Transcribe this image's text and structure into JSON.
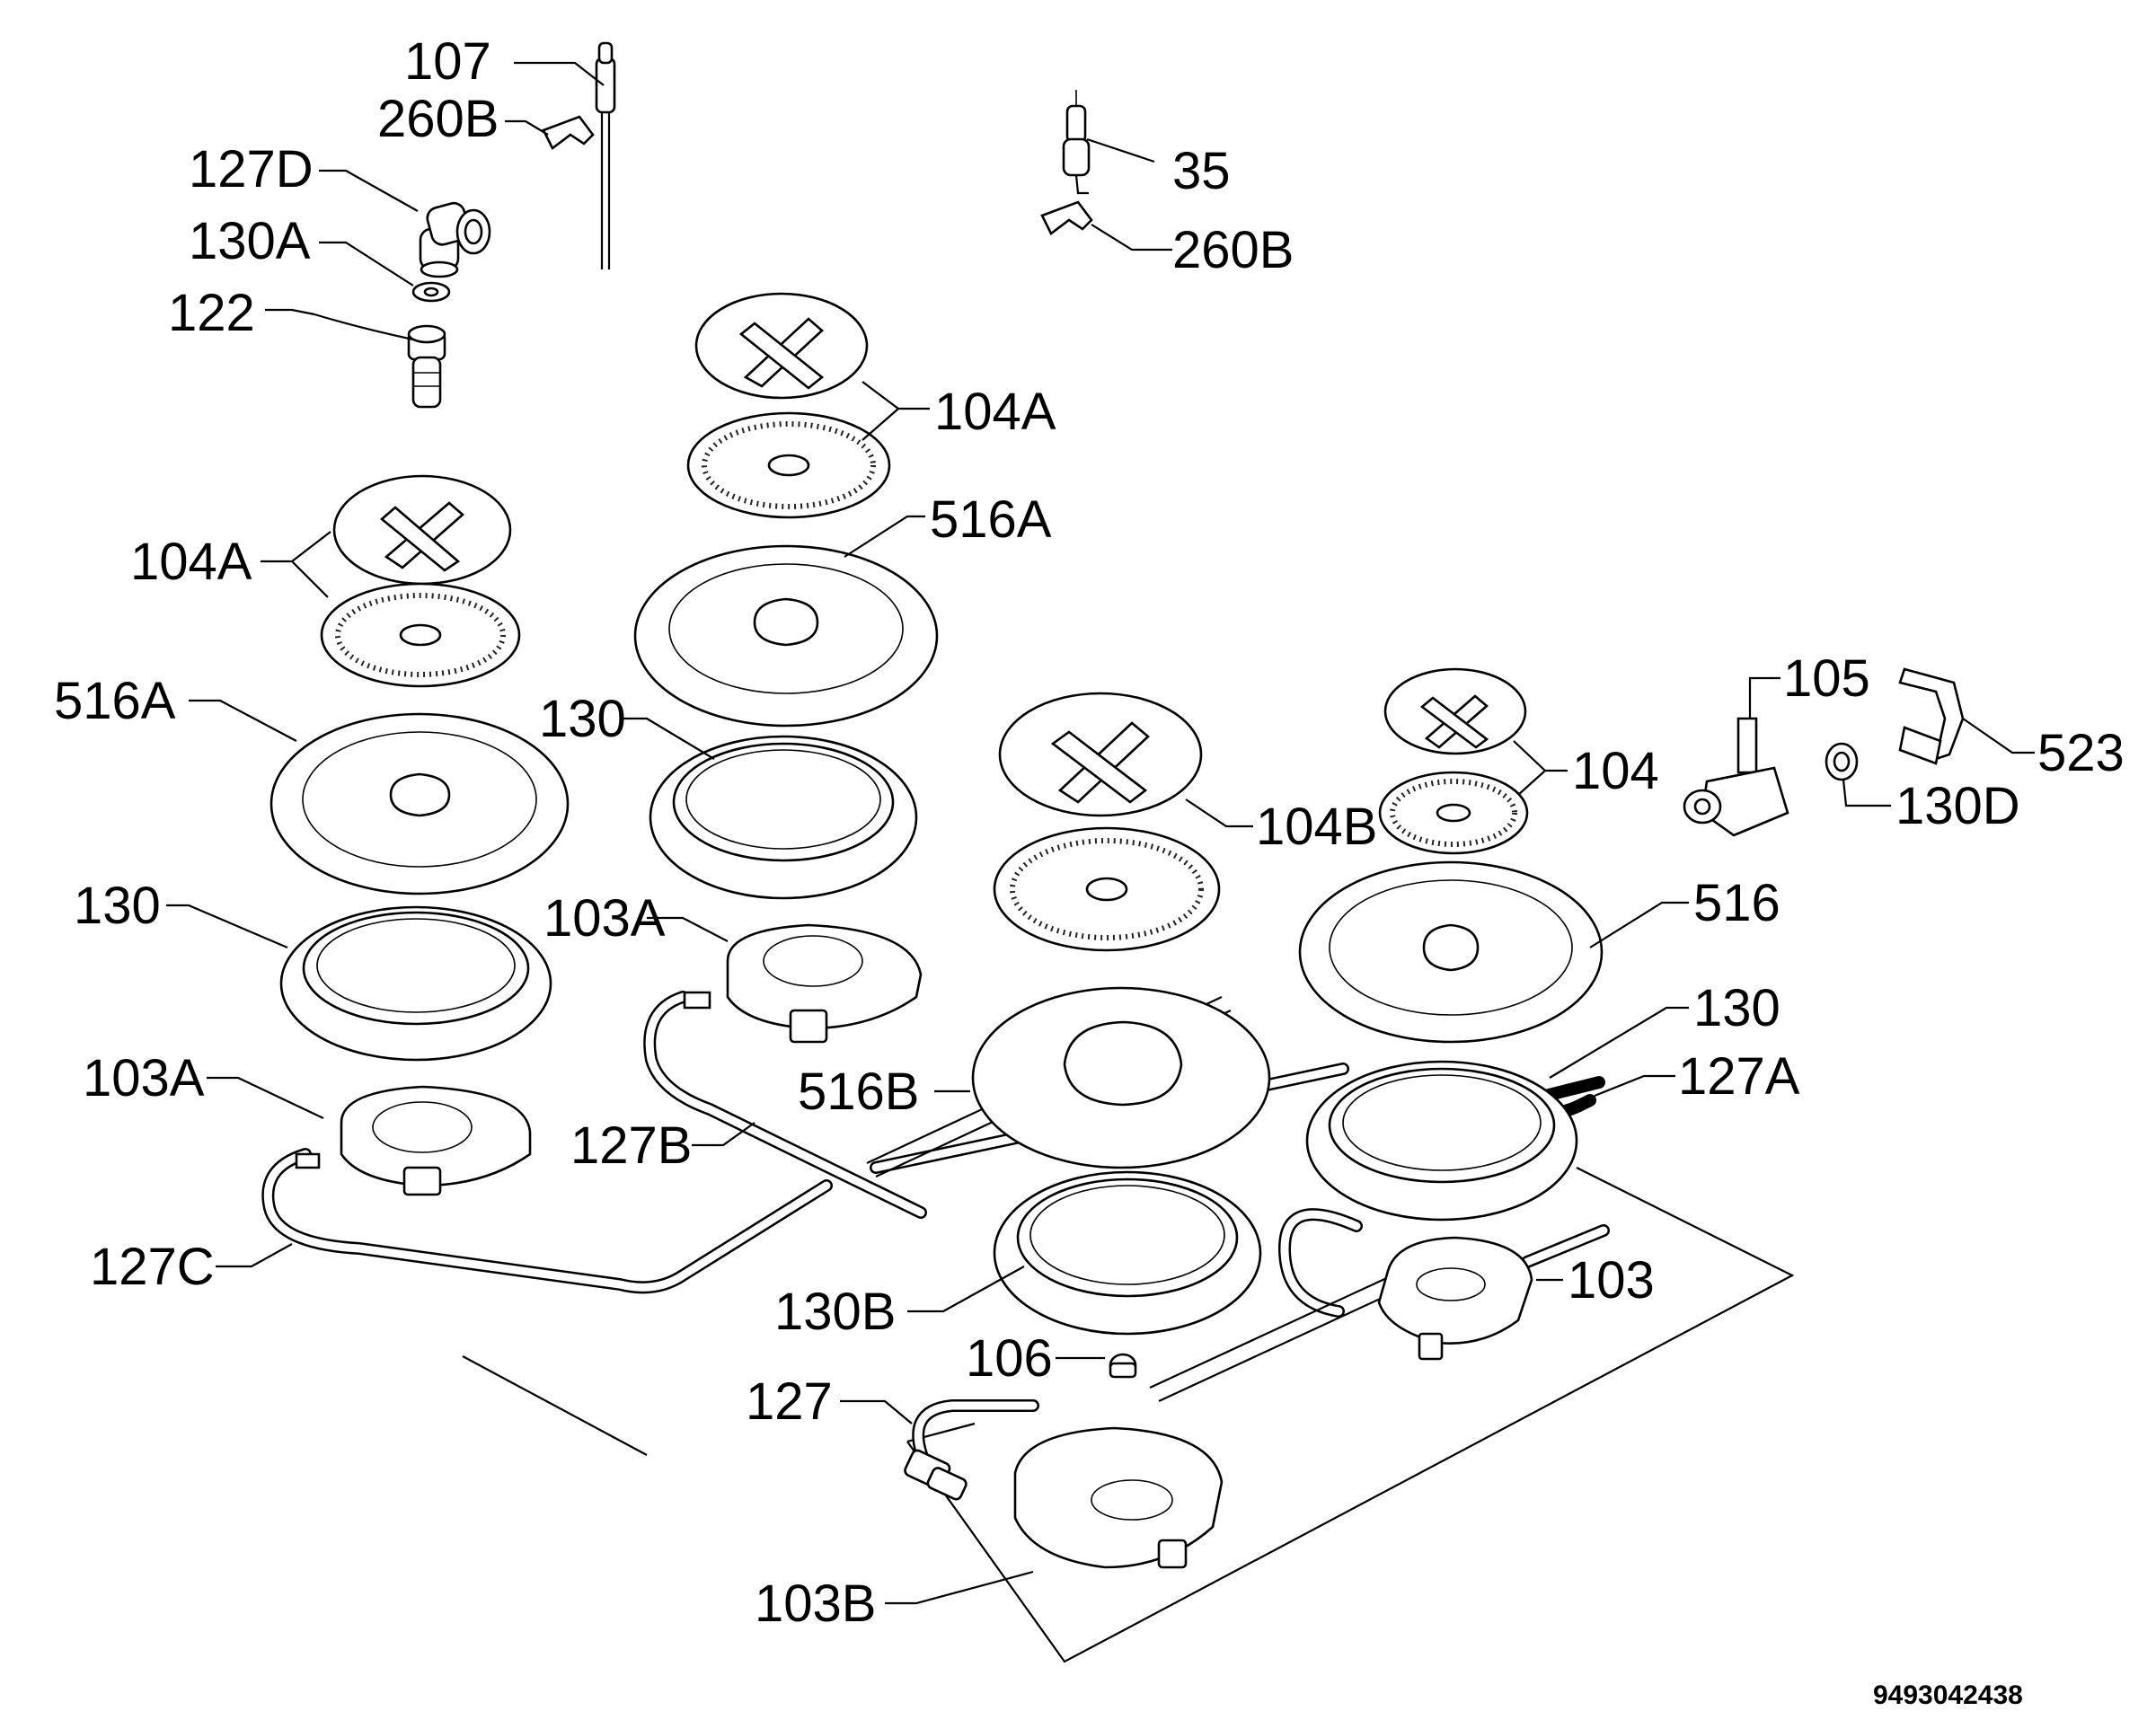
{
  "drawing_code": "9493042438",
  "callouts": {
    "c107": "107",
    "c260b_top": "260B",
    "c127d": "127D",
    "c130a": "130A",
    "c122": "122",
    "c35": "35",
    "c260b_right": "260B",
    "c104a_mid": "104A",
    "c104a_left": "104A",
    "c516a_mid": "516A",
    "c516a_left": "516A",
    "c130_mid": "130",
    "c130_left": "130",
    "c103a_mid": "103A",
    "c103a_left": "103A",
    "c127b": "127B",
    "c127c": "127C",
    "c516b": "516B",
    "c104b": "104B",
    "c104": "104",
    "c105": "105",
    "c523": "523",
    "c130d": "130D",
    "c516": "516",
    "c130_right": "130",
    "c127a": "127A",
    "c103": "103",
    "c130b": "130B",
    "c106": "106",
    "c127": "127",
    "c103b": "103B"
  }
}
